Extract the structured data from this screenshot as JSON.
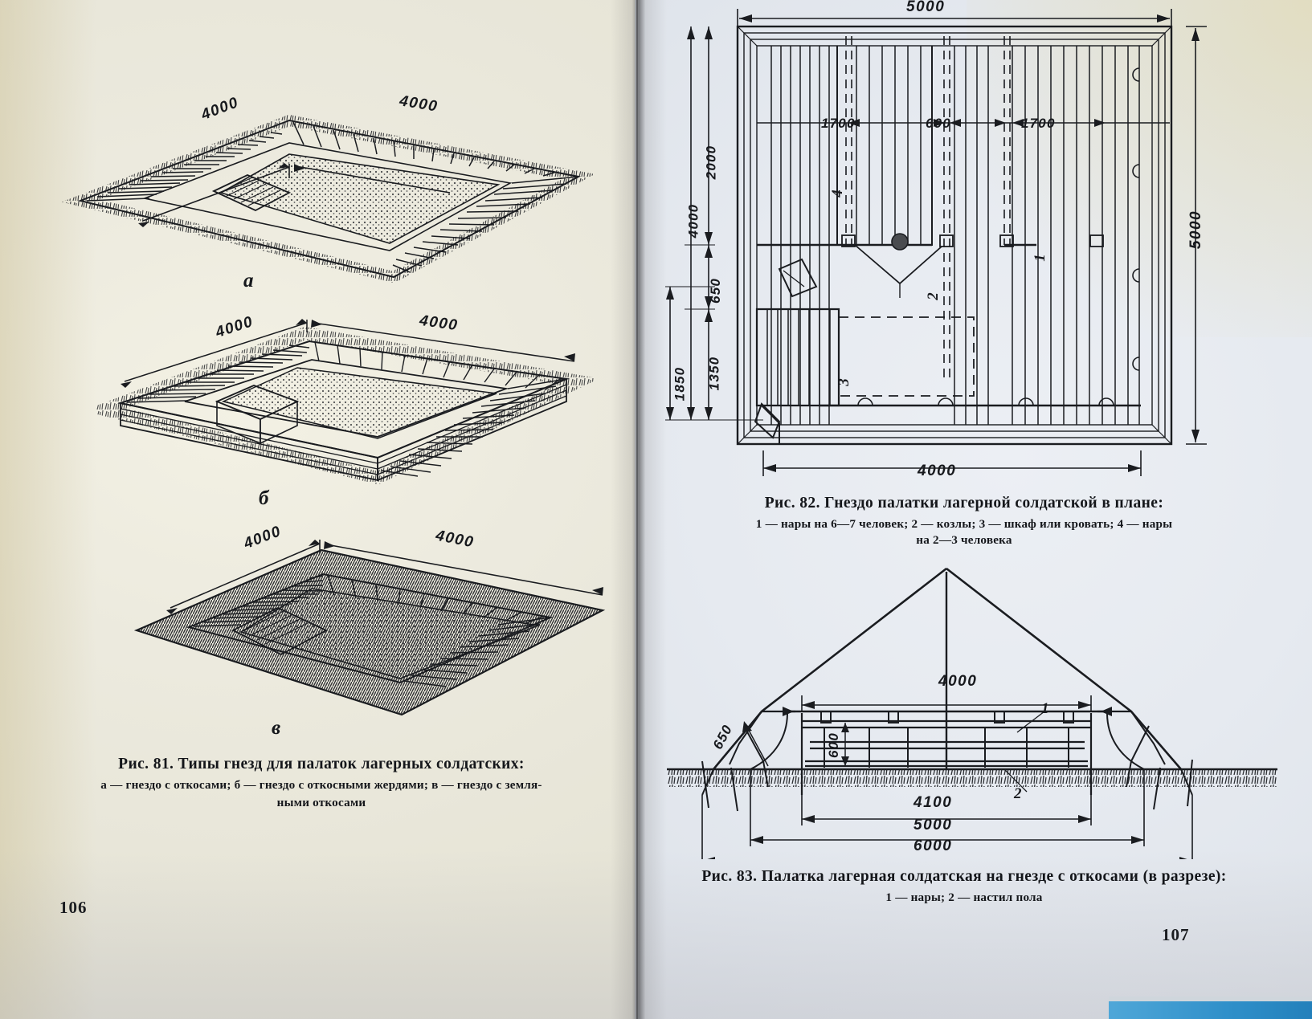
{
  "document": {
    "type": "scanned-book-spread",
    "language": "ru",
    "left_page_number": "106",
    "right_page_number": "107"
  },
  "figure81": {
    "letters": {
      "a": "а",
      "b": "б",
      "v": "в"
    },
    "dimensions": {
      "a_left": "4000",
      "a_right": "4000",
      "b_left": "4000",
      "b_right": "4000",
      "v_left": "4000",
      "v_right": "4000"
    },
    "caption_title": "Рис. 81. Типы гнезд для палаток лагерных солдатских:",
    "caption_legend_1": "а — гнездо с откосами;",
    "caption_legend_2": "б — гнездо с откосными жердями;",
    "caption_legend_3": "в — гнездо с земля-",
    "caption_legend_4": "ными откосами"
  },
  "figure82": {
    "caption_title": "Рис. 82. Гнездо палатки лагерной солдатской в плане:",
    "caption_legend_line1": "1 — нары на 6—7 человек;   2 — козлы;   3 — шкаф или кровать;   4 — нары",
    "caption_legend_line2": "на 2—3 человека",
    "dimensions": {
      "top_overall": "5000",
      "right_overall": "5000",
      "bottom_inner": "4000",
      "bay_left": "1700",
      "bay_center": "600",
      "bay_right": "1700",
      "v_2000": "2000",
      "v_4000": "4000",
      "v_650": "650",
      "v_1350": "1350",
      "v_1850": "1850"
    },
    "part_labels": {
      "p1": "1",
      "p2": "2",
      "p3": "3",
      "p4": "4"
    }
  },
  "figure83": {
    "caption_title": "Рис. 83. Палатка лагерная солдатская на гнезде с откосами (в разрезе):",
    "caption_legend": "1 — нары;   2 — настил пола",
    "dimensions": {
      "top_4000": "4000",
      "h_650": "650",
      "h_600": "600",
      "b_4100": "4100",
      "b_5000": "5000",
      "b_6000": "6000"
    },
    "part_labels": {
      "p1": "1",
      "p2": "2"
    }
  },
  "colors": {
    "ink": "#1a1c20",
    "paper_left": "#eceade",
    "paper_right": "#e6eaf0",
    "scan_strip": "#2f8fc9"
  }
}
